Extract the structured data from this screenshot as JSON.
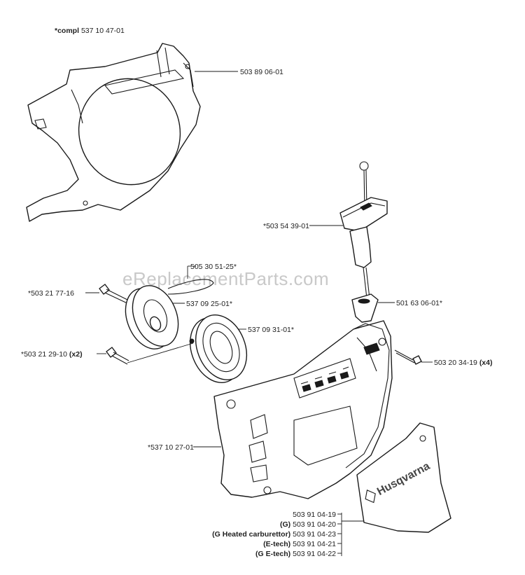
{
  "header": {
    "compl_prefix": "*compl",
    "compl_number": "537 10 47-01"
  },
  "labels": {
    "cover_bracket": "503 89 06-01",
    "handle": "*503 54 39-01",
    "rope": "505 30 51-25*",
    "screw_left": "*503 21 77-16",
    "pulley": "537 09 25-01*",
    "spring": "537 09 31-01*",
    "guide": "501 63 06-01*",
    "screw_x2_num": "*503 21 29-10",
    "screw_x2_qty": "(x2)",
    "screw_x4_num": "503 20 34-19",
    "screw_x4_qty": "(x4)",
    "starter_cover": "*537 10 27-01"
  },
  "decal_variants": [
    {
      "variant": "",
      "number": "503 91 04-19"
    },
    {
      "variant": "(G)",
      "number": "503 91 04-20"
    },
    {
      "variant": "(G Heated carburettor)",
      "number": "503 91 04-23"
    },
    {
      "variant": "(E-tech)",
      "number": "503 91 04-21"
    },
    {
      "variant": "(G E-tech)",
      "number": "503 91 04-22"
    }
  ],
  "watermark": "eReplacementParts.com",
  "decal_brand": "Husqvarna"
}
